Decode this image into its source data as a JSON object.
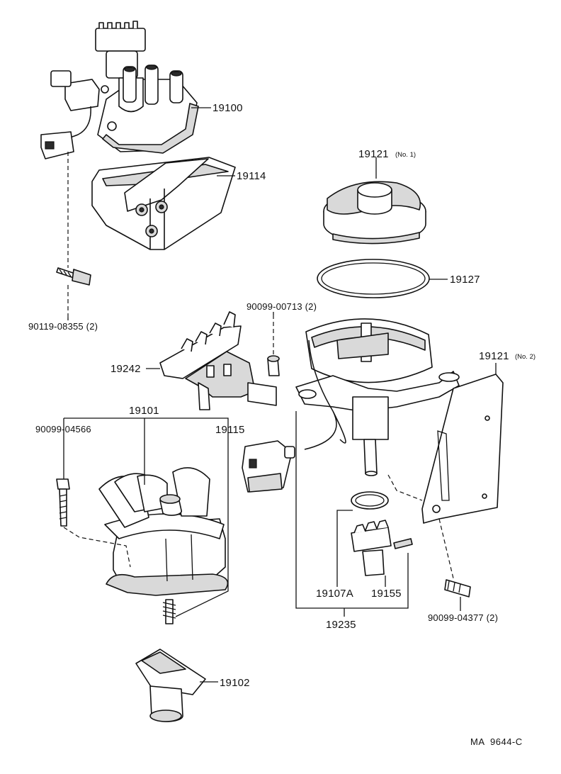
{
  "figure_code": "MA  9644-C",
  "callouts": {
    "p19100": "19100",
    "p19114": "19114",
    "p90119": "90119-08355 (2)",
    "p19121a": "19121",
    "p19121a_note": "(No. 1)",
    "p19127": "19127",
    "p90099_00713": "90099-00713 (2)",
    "p19242": "19242",
    "p19121b": "19121",
    "p19121b_note": "(No. 2)",
    "p19101": "19101",
    "p90099_04566": "90099-04566",
    "p19115": "19115",
    "p19107A": "19107A",
    "p19155": "19155",
    "p19235": "19235",
    "p90099_04377": "90099-04377 (2)",
    "p19102": "19102"
  }
}
